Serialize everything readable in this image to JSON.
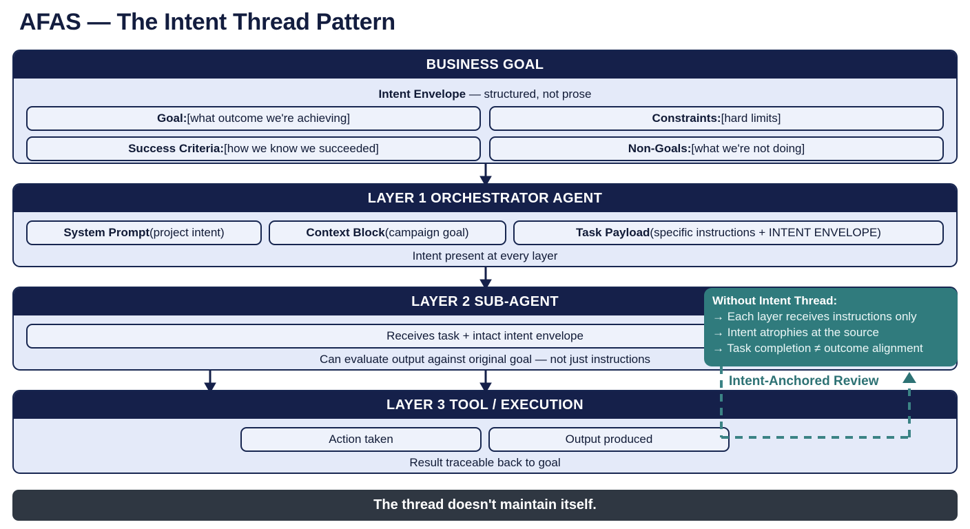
{
  "title": "AFAS — The Intent Thread Pattern",
  "colors": {
    "navy_header": "#15204a",
    "body_fill": "#e4eaf9",
    "pill_fill": "#eef2fb",
    "border": "#172650",
    "teal": "#307b7d",
    "teal_text": "#2d7274",
    "footer": "#2f3742"
  },
  "business_goal": {
    "header": "BUSINESS GOAL",
    "caption_bold": "Intent Envelope",
    "caption_rest": " — structured, not prose",
    "items": [
      {
        "label": "Goal:",
        "value": " [what outcome we're achieving]"
      },
      {
        "label": "Constraints:",
        "value": " [hard limits]"
      },
      {
        "label": "Success Criteria:",
        "value": " [how we know we succeeded]"
      },
      {
        "label": "Non-Goals:",
        "value": " [what we're not doing]"
      }
    ]
  },
  "layer1": {
    "header": "LAYER 1 ORCHESTRATOR AGENT",
    "items": [
      {
        "label": "System Prompt",
        "value": " (project intent)"
      },
      {
        "label": "Context Block",
        "value": " (campaign goal)"
      },
      {
        "label": "Task Payload",
        "value": " (specific instructions + INTENT ENVELOPE)"
      }
    ],
    "note": "Intent present at every layer"
  },
  "layer2": {
    "header": "LAYER 2 SUB-AGENT",
    "pill": "Receives task + intact intent envelope",
    "note": "Can evaluate output against original goal — not just instructions"
  },
  "layer3": {
    "header": "LAYER 3 TOOL / EXECUTION",
    "items": [
      "Action taken",
      "Output produced"
    ],
    "note": "Result traceable back to goal"
  },
  "callout": {
    "title": "Without Intent Thread:",
    "items": [
      "→ Each layer receives instructions only",
      "→ Intent atrophies at the source",
      "→ Task completion ≠ outcome alignment"
    ]
  },
  "review_label": "Intent-Anchored Review",
  "footer": {
    "text": "The thread doesn't maintain itself."
  }
}
